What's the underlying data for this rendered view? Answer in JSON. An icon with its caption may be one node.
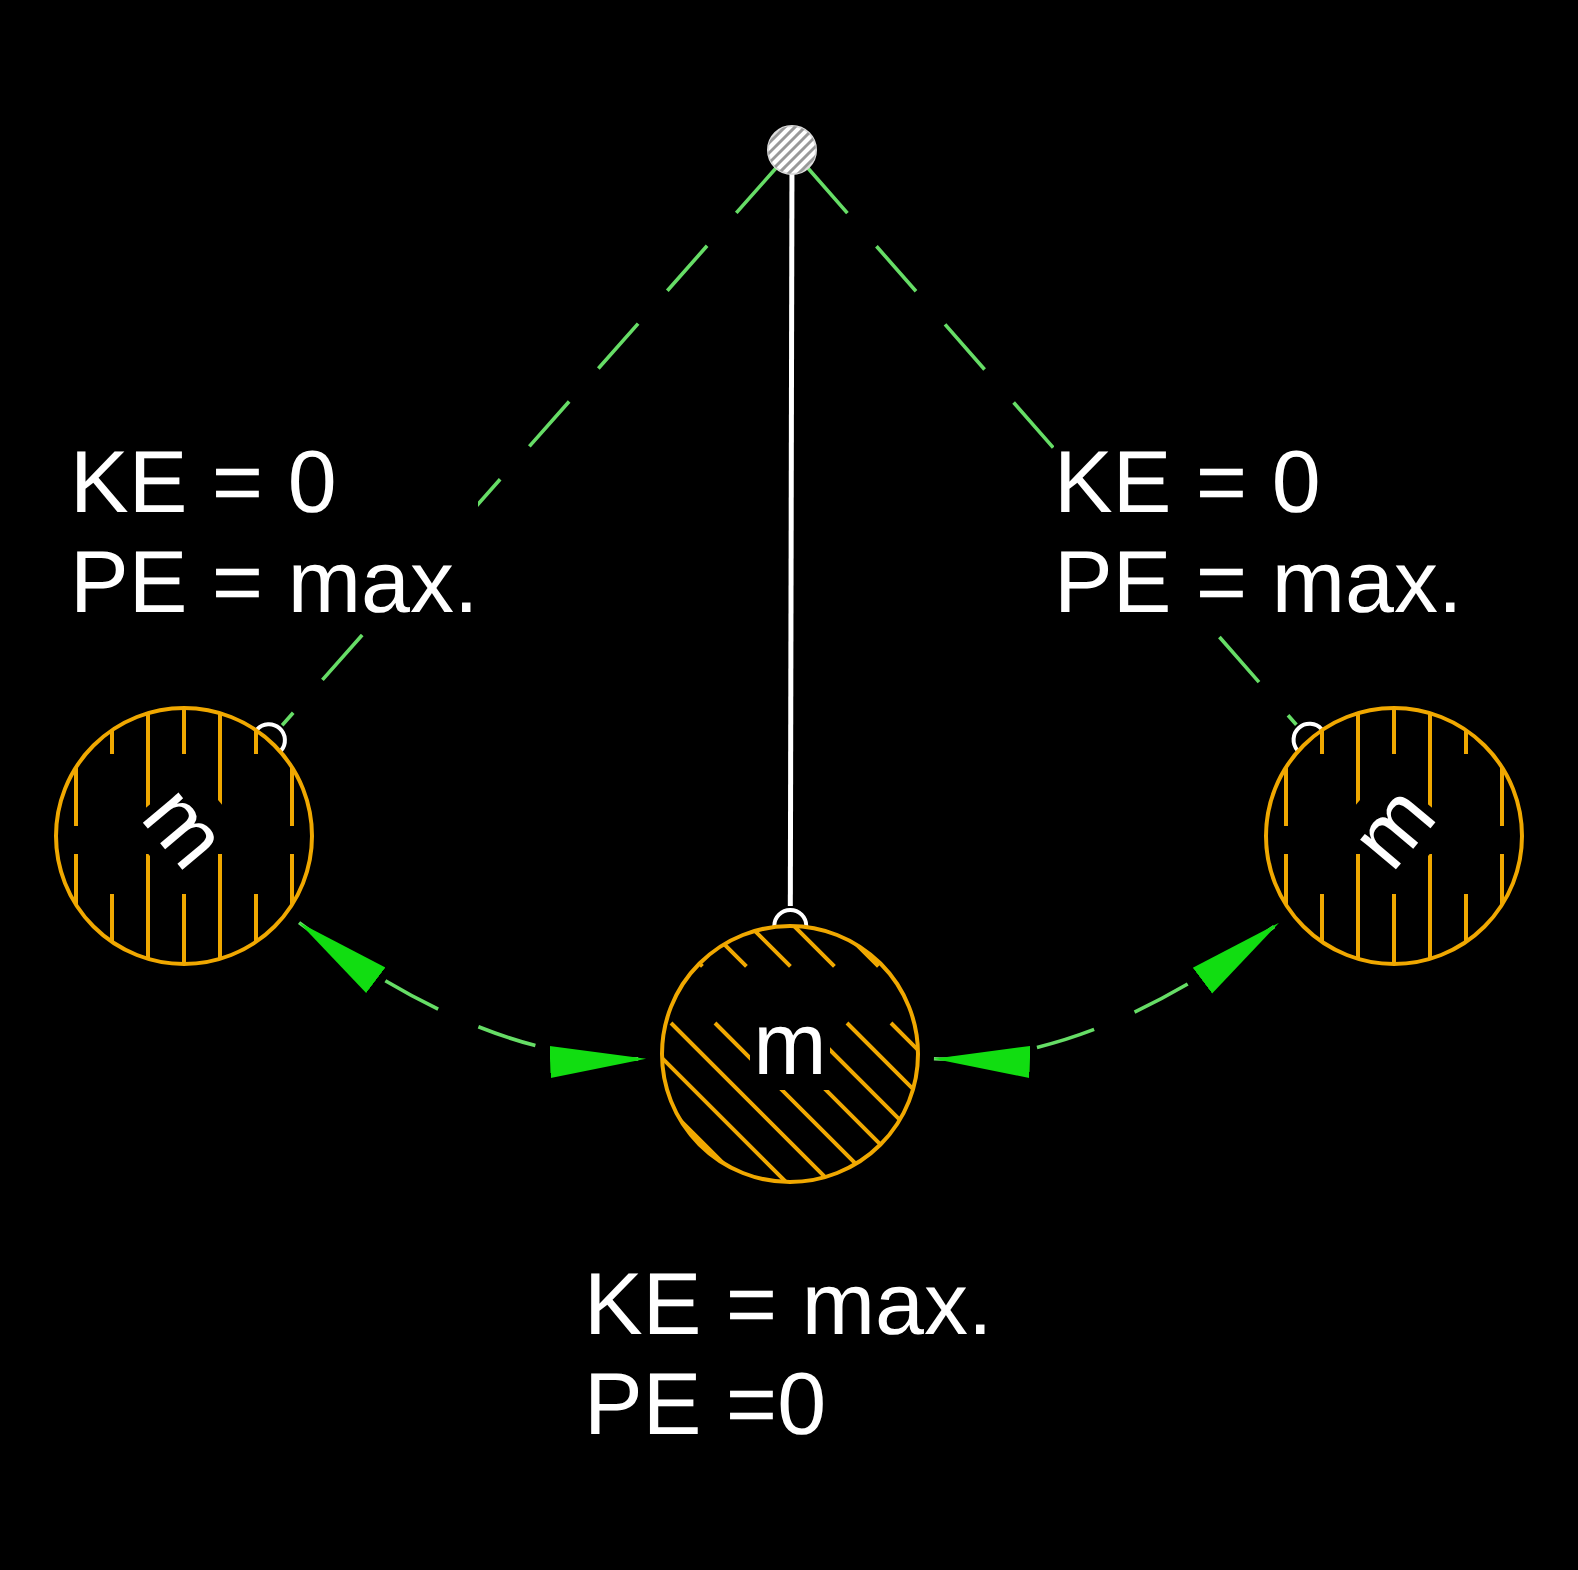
{
  "diagram": {
    "nodes": [
      {
        "text": [],
        "shape": "circle"
      },
      {
        "text": [
          "m"
        ],
        "beside": [
          "KE = 0",
          "PE = max."
        ]
      },
      {
        "text": [
          "m"
        ],
        "beside": [
          "KE = max.",
          "PE =0"
        ]
      },
      {
        "text": [
          "m"
        ],
        "beside": [
          "KE = 0",
          "PE = max."
        ]
      }
    ],
    "edges": [
      {
        "from": 0,
        "to": 1,
        "arrow": "none",
        "style": "dashed"
      },
      {
        "from": 0,
        "to": 2,
        "arrow": "none",
        "color": "#ffffff"
      },
      {
        "from": 0,
        "to": 3,
        "arrow": "none",
        "style": "dashed"
      },
      {
        "from": 1,
        "to": 2,
        "arrow": "both",
        "style": "dashed"
      },
      {
        "from": 2,
        "to": 3,
        "arrow": "both",
        "style": "dashed"
      }
    ]
  }
}
